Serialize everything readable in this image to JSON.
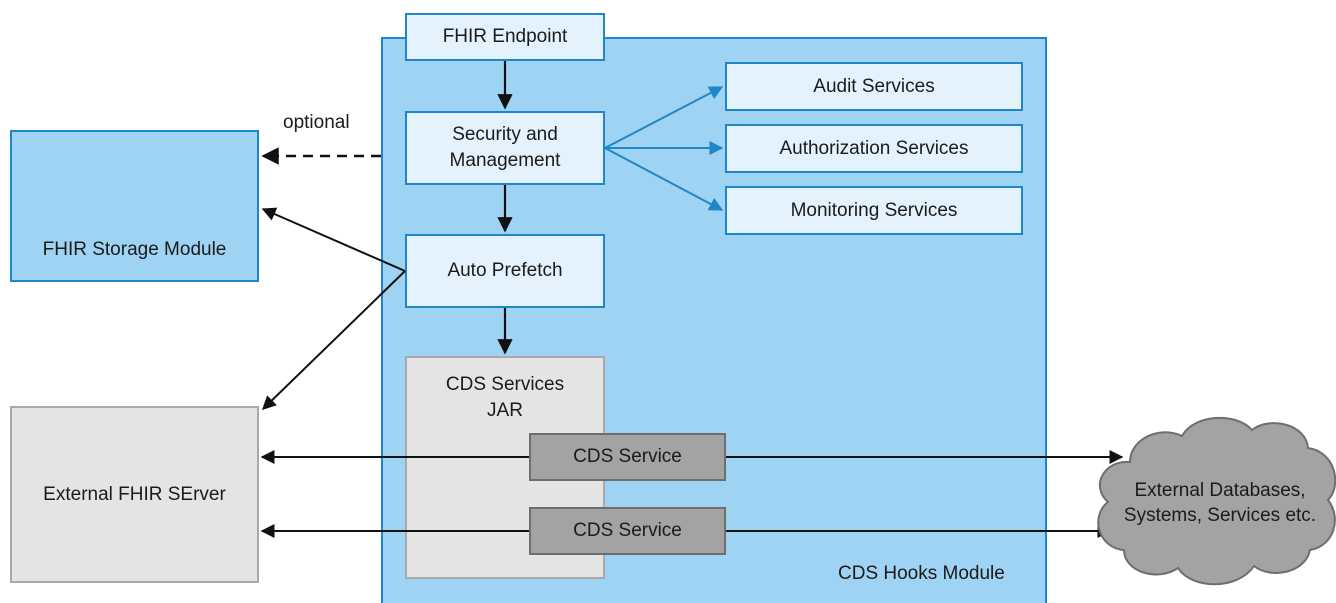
{
  "diagram": {
    "module_label": "CDS Hooks Module",
    "optional_label": "optional",
    "nodes": {
      "fhir_endpoint": "FHIR Endpoint",
      "security_management": "Security and Management",
      "auto_prefetch": "Auto Prefetch",
      "cds_services_jar": "CDS Services JAR",
      "cds_service_1": "CDS Service",
      "cds_service_2": "CDS Service",
      "audit_services": "Audit Services",
      "authorization_services": "Authorization Services",
      "monitoring_services": "Monitoring Services",
      "fhir_storage_module": "FHIR Storage Module",
      "external_fhir_server": "External FHIR SErver",
      "external_databases": "External Databases, Systems, Services etc."
    },
    "colors": {
      "module_fill": "#9fd3f3",
      "node_fill_light": "#e3f2fc",
      "node_border": "#1f86c8",
      "gray_light": "#e4e4e4",
      "gray_dark": "#a3a3a3",
      "branch_arrow": "#1f86c8",
      "arrow": "#111111"
    },
    "icons": {
      "cloud": "cloud-icon"
    }
  }
}
